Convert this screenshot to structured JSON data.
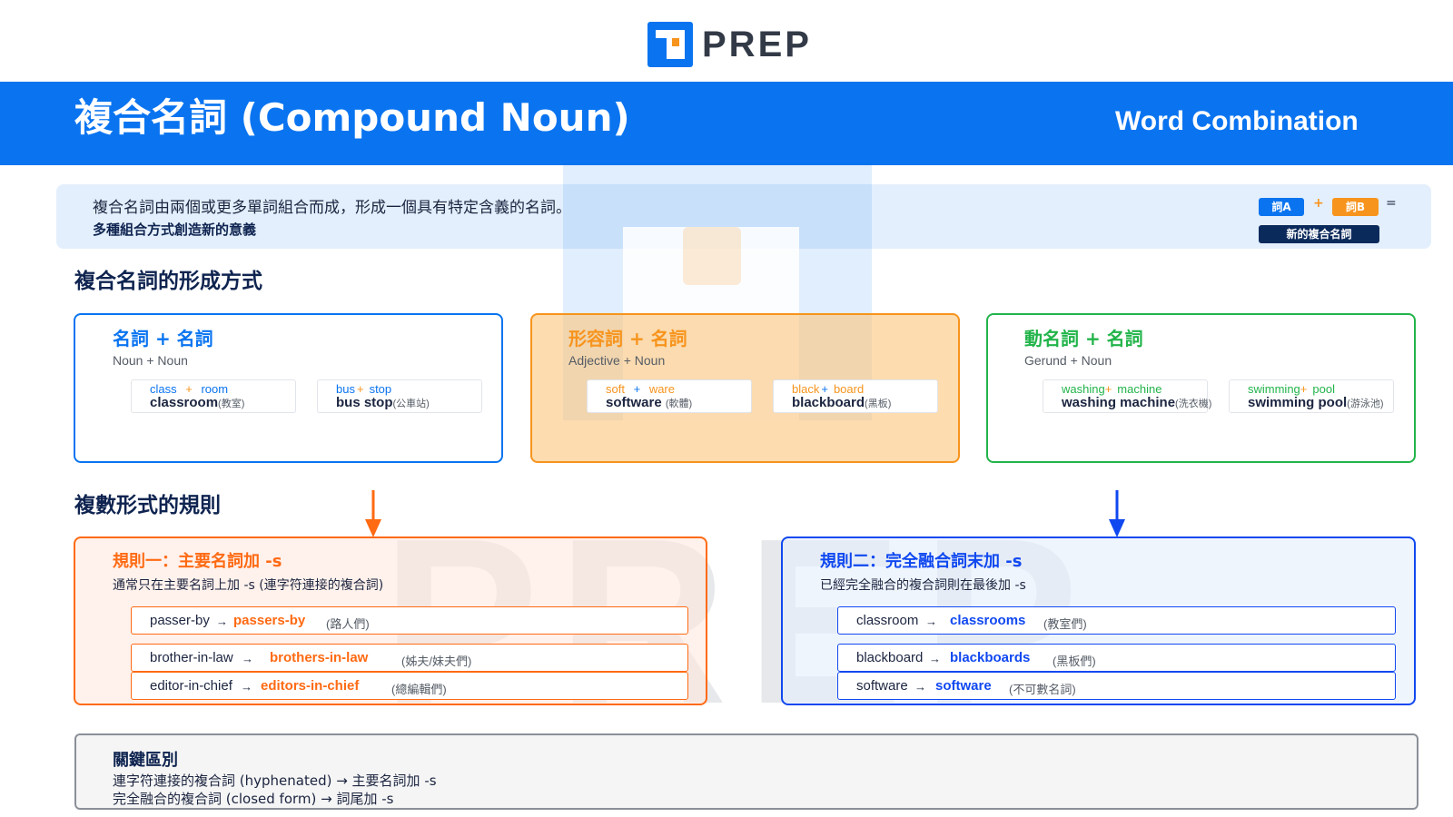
{
  "brand": {
    "name": "PREP",
    "colors": {
      "blue": "#0a74f0",
      "orange": "#f7941d",
      "dark": "#333a47"
    }
  },
  "header": {
    "title": "複合名詞 (Compound Noun)",
    "subtitle": "Word Combination"
  },
  "intro": {
    "line1": "複合名詞由兩個或更多單詞組合而成，形成一個具有特定含義的名詞。",
    "line2": "多種組合方式創造新的意義",
    "diagram": {
      "chip_a": "詞A",
      "plus": "+",
      "chip_b": "詞B",
      "equals": "=",
      "result": "新的複合名詞"
    }
  },
  "formation": {
    "heading": "複合名詞的形成方式",
    "cards": [
      {
        "title": "名詞 + 名詞",
        "subtitle": "Noun + Noun",
        "examples": [
          {
            "part1": "class",
            "plus": "+",
            "part2": "room",
            "word": "classroom",
            "meaning": "(教室)"
          },
          {
            "part1": "bus",
            "plus": "+",
            "part2": "stop",
            "word": "bus stop",
            "meaning": "(公車站)"
          }
        ]
      },
      {
        "title": "形容詞 + 名詞",
        "subtitle": "Adjective + Noun",
        "examples": [
          {
            "part1": "soft",
            "plus": "+",
            "part2": "ware",
            "word": "software",
            "meaning": "(軟體)"
          },
          {
            "part1": "black",
            "plus": "+",
            "part2": "board",
            "word": "blackboard",
            "meaning": "(黑板)"
          }
        ]
      },
      {
        "title": "動名詞 + 名詞",
        "subtitle": "Gerund + Noun",
        "examples": [
          {
            "part1": "washing",
            "plus": "+",
            "part2": "machine",
            "word": "washing machine",
            "meaning": "(洗衣機)"
          },
          {
            "part1": "swimming",
            "plus": "+",
            "part2": "pool",
            "word": "swimming pool",
            "meaning": "(游泳池)"
          }
        ]
      }
    ]
  },
  "plural": {
    "heading": "複數形式的規則",
    "rules": [
      {
        "title": "規則一：主要名詞加 -s",
        "desc": "通常只在主要名詞上加 -s (連字符連接的複合詞)",
        "rows": [
          {
            "from": "passer-by",
            "arrow": "→",
            "to": "passers-by",
            "note": "(路人們)"
          },
          {
            "from": "brother-in-law",
            "arrow": "→",
            "to": "brothers-in-law",
            "note": "(姊夫/妹夫們)"
          },
          {
            "from": "editor-in-chief",
            "arrow": "→",
            "to": "editors-in-chief",
            "note": "(總編輯們)"
          }
        ]
      },
      {
        "title": "規則二：完全融合詞末加 -s",
        "desc": "已經完全融合的複合詞則在最後加 -s",
        "rows": [
          {
            "from": "classroom",
            "arrow": "→",
            "to": "classrooms",
            "note": "(教室們)"
          },
          {
            "from": "blackboard",
            "arrow": "→",
            "to": "blackboards",
            "note": "(黑板們)"
          },
          {
            "from": "software",
            "arrow": "→",
            "to": "software",
            "note": "(不可數名詞)"
          }
        ]
      }
    ]
  },
  "key": {
    "title": "關鍵區別",
    "line1": "連字符連接的複合詞 (hyphenated) → 主要名詞加 -s",
    "line2": "完全融合的複合詞 (closed form) → 詞尾加 -s"
  }
}
